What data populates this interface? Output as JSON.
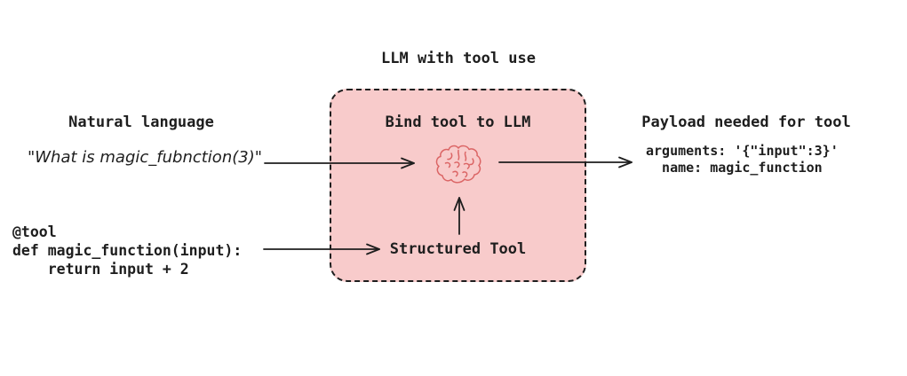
{
  "title": "LLM with tool use",
  "colors": {
    "background": "#ffffff",
    "text": "#1e1e1e",
    "box_fill": "#f8cbcb",
    "box_border": "#1e1e1e",
    "brain_stroke": "#db6565",
    "arrow": "#1e1e1e"
  },
  "natural_language": {
    "heading": "Natural language",
    "quote": "\"What is magic_fubnction(3)\""
  },
  "tool_code": {
    "lines": [
      "@tool",
      "def magic_function(input):",
      "    return input + 2"
    ]
  },
  "llm_box": {
    "heading": "Bind tool to LLM",
    "brain_icon": "brain-icon",
    "tool_label": "Structured Tool"
  },
  "payload": {
    "heading": "Payload needed for tool",
    "lines": [
      "arguments: '{\"input\":3}'",
      "  name: magic_function"
    ]
  },
  "flow": {
    "type": "diagram",
    "arrows": [
      {
        "from": "natural-language-quote",
        "to": "llm-brain"
      },
      {
        "from": "llm-brain",
        "to": "payload-output"
      },
      {
        "from": "tool-code",
        "to": "structured-tool"
      },
      {
        "from": "structured-tool",
        "to": "llm-brain"
      }
    ]
  }
}
